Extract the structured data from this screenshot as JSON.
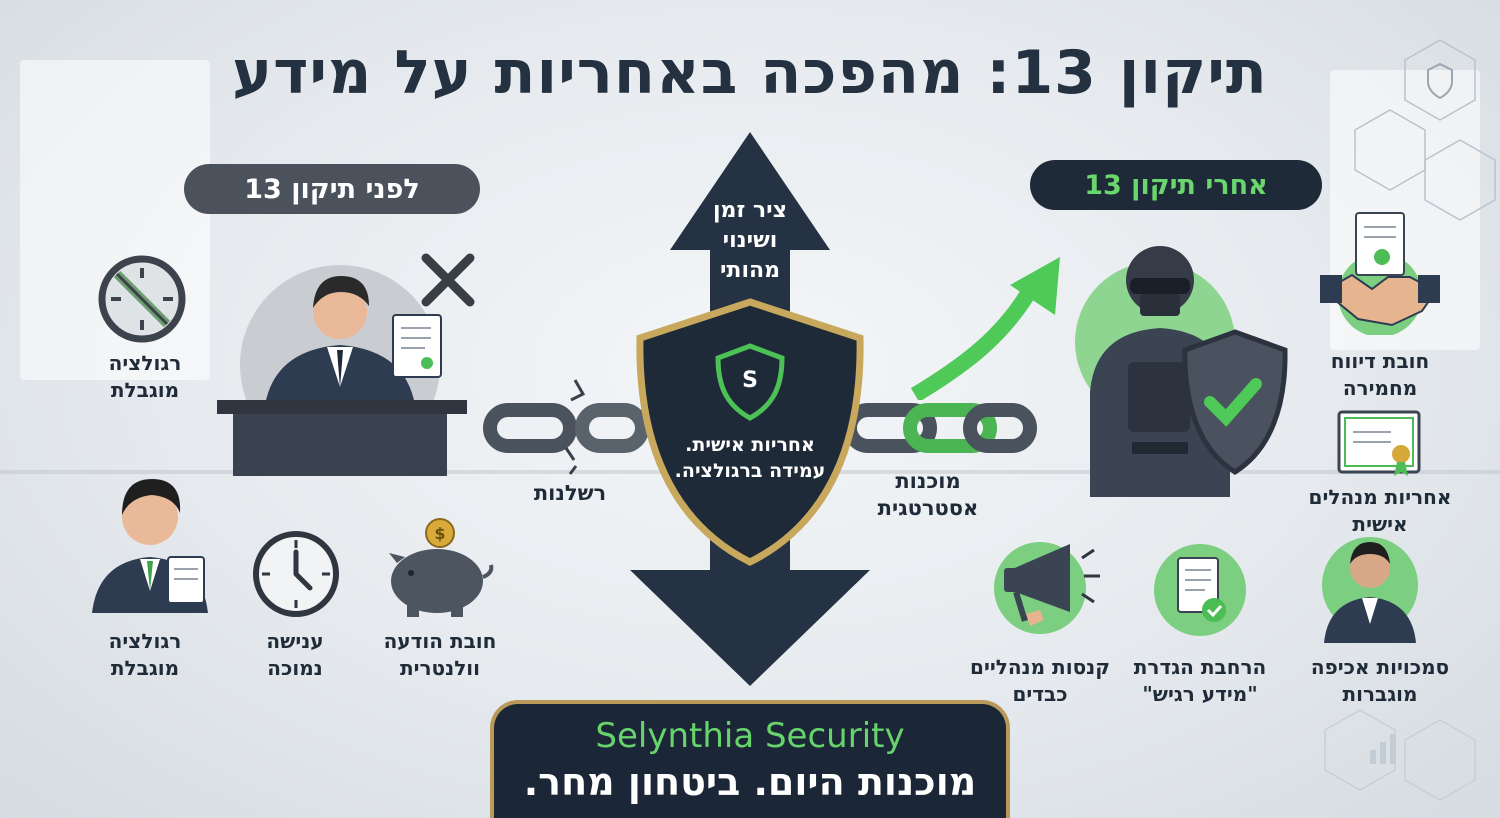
{
  "title": "תיקון 13: מהפכה באחריות על מידע",
  "before": {
    "header": "לפני תיקון 13",
    "items": [
      {
        "label": "רגולציה\nמוגבלת",
        "icon": "no-entry-icon"
      },
      {
        "label": "רגולציה\nמוגבלת",
        "icon": "clerk-with-document-icon"
      },
      {
        "label": "ענישה\nנמוכה",
        "icon": "clock-icon"
      },
      {
        "label": "חובת הודעה\nוולנטרית",
        "icon": "piggy-bank-icon"
      }
    ],
    "main_icon": "businessman-at-desk-icon"
  },
  "after": {
    "header": "אחרי תיקון 13",
    "items": [
      {
        "label": "חובת דיווח\nמחמירה",
        "icon": "handshake-document-icon"
      },
      {
        "label": "אחריות מנהלים\nאישית",
        "icon": "certificate-icon"
      },
      {
        "label": "סמכויות אכיפה\nמוגברות",
        "icon": "executive-icon"
      },
      {
        "label": "הרחבת הגדרת\n\"מידע רגיש\"",
        "icon": "document-check-icon"
      },
      {
        "label": "קנסות מנהליים\nכבדים",
        "icon": "megaphone-icon"
      }
    ],
    "main_icon": "armored-guard-with-shield-icon"
  },
  "center": {
    "arrow_label": "ציר זמן\nושינוי\nמהותי",
    "shield_text": "אחריות אישית.\nעמידה ברגולציה.",
    "shield_logo": "S",
    "left_chain_label": "רשלנות",
    "right_chain_label": "מוכנות\nאסטרטגית"
  },
  "brand": {
    "name": "Selynthia Security",
    "tagline": "מוכנות היום. ביטחון מחר."
  },
  "colors": {
    "accent_green": "#52c45a",
    "dark_navy": "#1e2a38",
    "gold": "#b8995a",
    "gray_pill": "#4b525c"
  }
}
